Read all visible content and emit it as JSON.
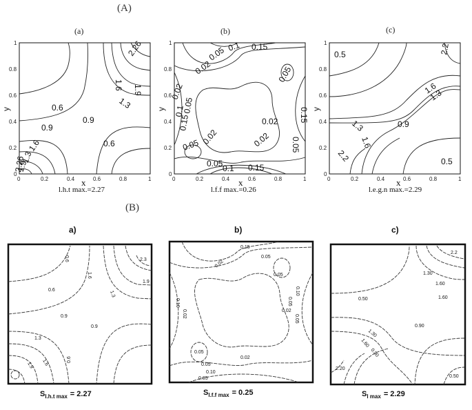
{
  "section_a": {
    "label": "(A)",
    "panels": [
      {
        "label": "(a)",
        "caption": "l.h.t max.=2.27",
        "contours": [
          "0.6",
          "0.9",
          "1.3",
          "1.6",
          "1.9",
          "2.26",
          "1.9",
          "1.6",
          "1.3",
          "0.9",
          "0.6",
          "2.26"
        ]
      },
      {
        "label": "(b)",
        "caption": "l.f.f max.=0.26",
        "contours": [
          "0.02",
          "0.05",
          "0.1",
          "0.15",
          "0.02",
          "0.05",
          "0.05",
          "0.15",
          "0.05",
          "0.02",
          "0.05",
          "0.1",
          "0.15",
          "0.02",
          "0.05",
          "0.02",
          "0.05",
          "0.05",
          "0.15",
          "0.1"
        ]
      },
      {
        "label": "(c)",
        "caption": "l.e.g.n max.=2.29",
        "contours": [
          "0.5",
          "2.2",
          "1.6",
          "1.3",
          "1.3",
          "1.6",
          "0.9",
          "2.2",
          "0.5"
        ]
      }
    ],
    "x_label": "x",
    "y_label": "y",
    "x_ticks": [
      "0",
      "0.2",
      "0.4",
      "0.6",
      "0.8",
      "1"
    ],
    "y_ticks": [
      "0",
      "0.2",
      "0.4",
      "0.6",
      "0.8",
      "1"
    ]
  },
  "section_b": {
    "label": "(B)",
    "panels": [
      {
        "label": "a)",
        "caption_symbol": "S",
        "caption_sub": "l.h.t max",
        "caption_value": "= 2.27",
        "contours": [
          "0.6",
          "1.6",
          "1.9",
          "0.6",
          "1.3",
          "0.9",
          "1.3",
          "0.9",
          "1.9",
          "1.6",
          "0.6",
          "2.3"
        ]
      },
      {
        "label": "b)",
        "caption_symbol": "S",
        "caption_sub": "l.f.f max",
        "caption_value": "= 0.25",
        "contours": [
          "0.15",
          "0.05",
          "0.02",
          "0.05",
          "0.05",
          "0.10",
          "0.02",
          "0.10",
          "0.02",
          "0.05",
          "0.05",
          "0.10",
          "0.02",
          "0.05",
          "0.05"
        ]
      },
      {
        "label": "c)",
        "caption_symbol": "S",
        "caption_sub": "l max",
        "caption_value": "= 2.29",
        "contours": [
          "2.2",
          "1.30",
          "1.60",
          "1.60",
          "0.50",
          "0.90",
          "1.30",
          "1.60",
          "2.20",
          "0.90",
          "0.50"
        ]
      }
    ]
  },
  "colors": {
    "contour_line": "#222222",
    "background": "#ffffff"
  }
}
